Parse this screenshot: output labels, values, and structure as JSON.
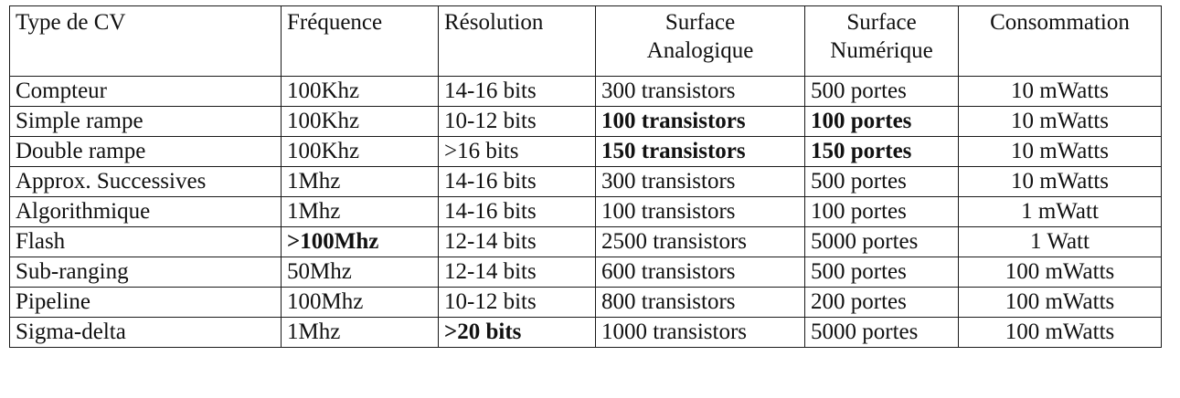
{
  "table": {
    "headers": [
      {
        "lines": [
          "Type de CV"
        ],
        "align": "left"
      },
      {
        "lines": [
          "Fréquence"
        ],
        "align": "left"
      },
      {
        "lines": [
          "Résolution"
        ],
        "align": "left"
      },
      {
        "lines": [
          "Surface",
          "Analogique"
        ],
        "align": "center"
      },
      {
        "lines": [
          "Surface",
          "Numérique"
        ],
        "align": "center"
      },
      {
        "lines": [
          "Consommation"
        ],
        "align": "center"
      }
    ],
    "rows": [
      {
        "cells": [
          "Compteur",
          "100Khz",
          "14-16 bits",
          "300 transistors",
          "500 portes",
          "10 mWatts"
        ],
        "bold": []
      },
      {
        "cells": [
          "Simple rampe",
          "100Khz",
          "10-12 bits",
          "100 transistors",
          "100 portes",
          "10 mWatts"
        ],
        "bold": [
          3,
          4
        ]
      },
      {
        "cells": [
          "Double rampe",
          "100Khz",
          ">16 bits",
          "150 transistors",
          "150 portes",
          "10 mWatts"
        ],
        "bold": [
          3,
          4
        ]
      },
      {
        "cells": [
          "Approx. Successives",
          "1Mhz",
          "14-16 bits",
          "300 transistors",
          "500 portes",
          "10 mWatts"
        ],
        "bold": []
      },
      {
        "cells": [
          "Algorithmique",
          "1Mhz",
          "14-16 bits",
          "100 transistors",
          "100 portes",
          "1 mWatt"
        ],
        "bold": []
      },
      {
        "cells": [
          "Flash",
          ">100Mhz",
          "12-14 bits",
          "2500 transistors",
          "5000 portes",
          "1 Watt"
        ],
        "bold": [
          1
        ]
      },
      {
        "cells": [
          "Sub-ranging",
          "50Mhz",
          "12-14 bits",
          "600 transistors",
          "500 portes",
          "100 mWatts"
        ],
        "bold": []
      },
      {
        "cells": [
          "Pipeline",
          "100Mhz",
          "10-12 bits",
          "800 transistors",
          "200 portes",
          "100 mWatts"
        ],
        "bold": []
      },
      {
        "cells": [
          "Sigma-delta",
          "1Mhz",
          ">20 bits",
          "1000 transistors",
          "5000 portes",
          "100 mWatts"
        ],
        "bold": [
          2
        ]
      }
    ],
    "column_align": [
      "left",
      "left",
      "left",
      "left",
      "left",
      "center"
    ]
  }
}
